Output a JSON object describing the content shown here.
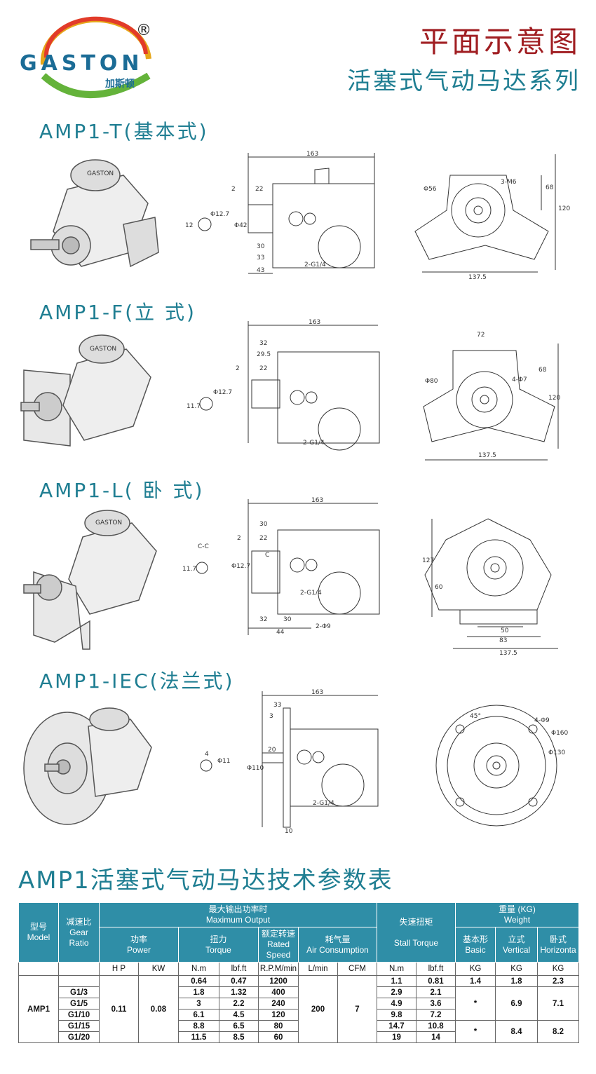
{
  "header": {
    "logo_text": "GASTON",
    "logo_cn": "加斯顿",
    "registered": "®",
    "title": "平面示意图",
    "subtitle": "活塞式气动马达系列"
  },
  "sections": [
    {
      "title": "AMP1-T(基本式)",
      "dims": {
        "length": "163",
        "d1": "2",
        "d2": "22",
        "d3": "30",
        "d4": "33",
        "d5": "43",
        "shaft": "Φ12.7",
        "bore": "Φ42",
        "port": "2-G1/4",
        "key": "12",
        "dia": "Φ56",
        "holes": "3-M6",
        "h1": "68",
        "h2": "120",
        "width": "137.5"
      }
    },
    {
      "title": "AMP1-F(立 式)",
      "dims": {
        "length": "163",
        "d1": "32",
        "d2": "29.5",
        "d3": "2",
        "d4": "22",
        "shaft": "Φ12.7",
        "key": "11.7",
        "port": "2-G1/4",
        "top": "72",
        "dia": "Φ80",
        "holes": "4-Φ7",
        "h1": "68",
        "h2": "120",
        "width": "137.5"
      }
    },
    {
      "title": "AMP1-L( 卧 式)",
      "dims": {
        "length": "163",
        "d1": "30",
        "d2": "2",
        "d3": "22",
        "d4": "32",
        "d5": "30",
        "d6": "44",
        "shaft": "Φ12.7",
        "key": "11.7",
        "cc": "C-C",
        "c": "C",
        "port": "2-G1/4",
        "holes": "2-Φ9",
        "h1": "127",
        "h2": "60",
        "w1": "50",
        "w2": "83",
        "width": "137.5"
      }
    },
    {
      "title": "AMP1-IEC(法兰式)",
      "dims": {
        "length": "163",
        "d1": "33",
        "d2": "3",
        "d3": "20",
        "d4": "10",
        "shaft": "Φ11",
        "key": "4",
        "bore": "Φ110",
        "port": "2-G1/4",
        "holes": "4-Φ9",
        "pcd": "Φ130",
        "outer": "Φ160",
        "angle": "45°"
      }
    }
  ],
  "table": {
    "title": "AMP1活塞式气动马达技术参数表",
    "h_model": "型号",
    "h_model_en": "Model",
    "h_ratio": "减速比",
    "h_ratio_en1": "Gear",
    "h_ratio_en2": "Ratio",
    "h_max": "最大输出功率时",
    "h_max_en": "Maximum Output",
    "h_power": "功率",
    "h_power_en": "Power",
    "h_torque": "扭力",
    "h_torque_en": "Torque",
    "h_speed": "额定转速",
    "h_speed_en1": "Rated",
    "h_speed_en2": "Speed",
    "h_air": "耗气量",
    "h_air_en": "Air Consumption",
    "h_stall": "失速扭矩",
    "h_stall_en": "Stall Torque",
    "h_weight": "重量 (KG)",
    "h_weight_en": "Weight",
    "h_basic": "基本形",
    "h_basic_en": "Basic",
    "h_vertical": "立式",
    "h_vertical_en": "Vertical",
    "h_horizontal": "卧式",
    "h_horizontal_en": "Horizonta",
    "units": [
      "H P",
      "KW",
      "N.m",
      "lbf.ft",
      "R.P.M/min",
      "L/min",
      "CFM",
      "N.m",
      "lbf.ft",
      "KG",
      "KG",
      "KG"
    ],
    "model": "AMP1",
    "hp": "0.11",
    "kw": "0.08",
    "air_l": "200",
    "air_cfm": "7",
    "rows": [
      {
        "ratio": "",
        "nm": "0.64",
        "lbf": "0.47",
        "rpm": "1200",
        "snm": "1.1",
        "slbf": "0.81"
      },
      {
        "ratio": "G1/3",
        "nm": "1.8",
        "lbf": "1.32",
        "rpm": "400",
        "snm": "2.9",
        "slbf": "2.1"
      },
      {
        "ratio": "G1/5",
        "nm": "3",
        "lbf": "2.2",
        "rpm": "240",
        "snm": "4.9",
        "slbf": "3.6"
      },
      {
        "ratio": "G1/10",
        "nm": "6.1",
        "lbf": "4.5",
        "rpm": "120",
        "snm": "9.8",
        "slbf": "7.2"
      },
      {
        "ratio": "G1/15",
        "nm": "8.8",
        "lbf": "6.5",
        "rpm": "80",
        "snm": "14.7",
        "slbf": "10.8"
      },
      {
        "ratio": "G1/20",
        "nm": "11.5",
        "lbf": "8.5",
        "rpm": "60",
        "snm": "19",
        "slbf": "14"
      }
    ],
    "weights": {
      "basic_1": "1.4",
      "vertical_1": "1.8",
      "horizontal_1": "2.3",
      "basic_2": "*",
      "vertical_2": "6.9",
      "horizontal_2": "7.1",
      "basic_3": "*",
      "vertical_3": "8.4",
      "horizontal_3": "8.2"
    }
  }
}
